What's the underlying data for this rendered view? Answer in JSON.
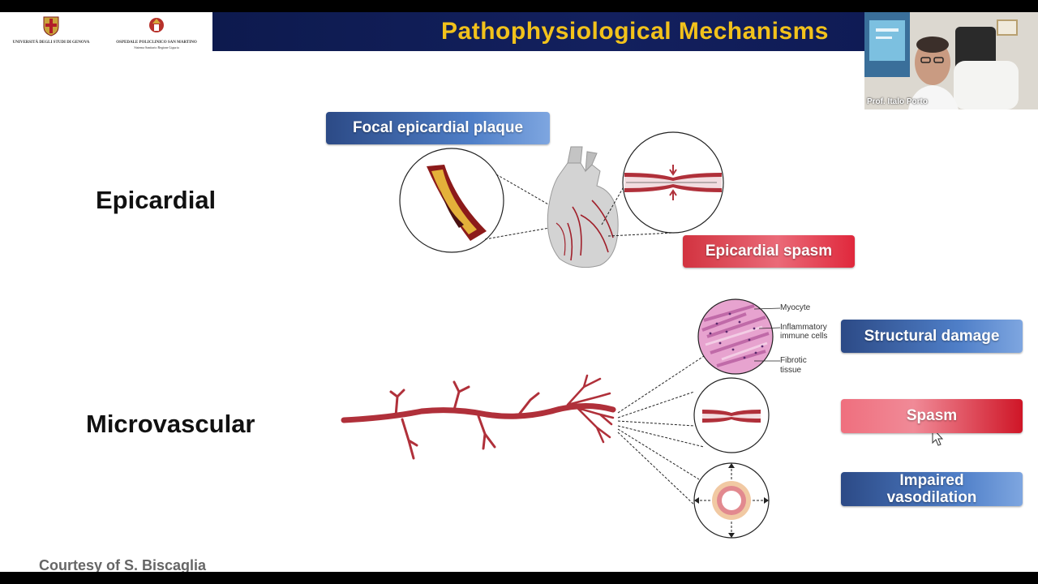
{
  "header": {
    "title": "Pathophysiological Mechanisms",
    "logo_left_text": "UNIVERSITÀ DEGLI STUDI DI GENOVA",
    "logo_right_text": "OSPEDALE POLICLINICO SAN MARTINO",
    "logo_right_subtext": "Sistema Sanitario Regione Liguria"
  },
  "webcam": {
    "caption": "Prof. Italo Porto"
  },
  "sections": {
    "epicardial": "Epicardial",
    "microvascular": "Microvascular"
  },
  "pills": {
    "focal_plaque": "Focal epicardial plaque",
    "epicardial_spasm": "Epicardial spasm",
    "structural_damage": "Structural damage",
    "spasm": "Spasm",
    "impaired_line1": "Impaired",
    "impaired_line2": "vasodilation"
  },
  "histology_labels": {
    "myocyte": "Myocyte",
    "inflammatory_1": "Inflammatory",
    "inflammatory_2": "immune cells",
    "fibrotic_1": "Fibrotic",
    "fibrotic_2": "tissue"
  },
  "footer": "Courtesy of S. Biscaglia",
  "colors": {
    "title_band": "#13205e",
    "title_text": "#f2c21b",
    "vessel_red": "#b0303a",
    "pill_blue": "#4f7fc8",
    "pill_red": "#e0283c"
  }
}
